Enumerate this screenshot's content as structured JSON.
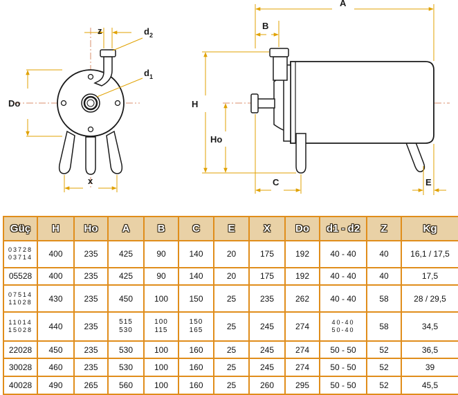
{
  "labels": {
    "z": "z",
    "d2": "d",
    "d2_sub": "2",
    "d1": "d",
    "d1_sub": "1",
    "do_left": "Do",
    "x": "x",
    "A": "A",
    "B": "B",
    "H": "H",
    "Ho": "Ho",
    "C": "C",
    "E": "E"
  },
  "colors": {
    "header_bg": "#e9d1a6",
    "border": "#e08d1b",
    "drawing_line": "#1a1a1a",
    "dim_line": "#e0a100",
    "center_line": "#d98f6b"
  },
  "table": {
    "headers": [
      "Güç",
      "H",
      "Ho",
      "A",
      "B",
      "C",
      "E",
      "X",
      "Do",
      "d1 - d2",
      "Z",
      "Kg"
    ],
    "rows": [
      {
        "guc": [
          "03728",
          "03714"
        ],
        "h": "400",
        "ho": "235",
        "a": [
          "425"
        ],
        "b": [
          "90"
        ],
        "c": [
          "140"
        ],
        "e": "20",
        "x": "175",
        "do": "192",
        "d": [
          "40 - 40"
        ],
        "z": "40",
        "kg": "16,1 / 17,5"
      },
      {
        "guc": [
          "05528"
        ],
        "h": "400",
        "ho": "235",
        "a": [
          "425"
        ],
        "b": [
          "90"
        ],
        "c": [
          "140"
        ],
        "e": "20",
        "x": "175",
        "do": "192",
        "d": [
          "40 - 40"
        ],
        "z": "40",
        "kg": "17,5"
      },
      {
        "guc": [
          "07514",
          "11028"
        ],
        "h": "430",
        "ho": "235",
        "a": [
          "450"
        ],
        "b": [
          "100"
        ],
        "c": [
          "150"
        ],
        "e": "25",
        "x": "235",
        "do": "262",
        "d": [
          "40 - 40"
        ],
        "z": "58",
        "kg": "28 / 29,5"
      },
      {
        "guc": [
          "11014",
          "15028"
        ],
        "h": "440",
        "ho": "235",
        "a": [
          "515",
          "530"
        ],
        "b": [
          "100",
          "115"
        ],
        "c": [
          "150",
          "165"
        ],
        "e": "25",
        "x": "245",
        "do": "274",
        "d": [
          "40-40",
          "50-40"
        ],
        "z": "58",
        "kg": "34,5"
      },
      {
        "guc": [
          "22028"
        ],
        "h": "450",
        "ho": "235",
        "a": [
          "530"
        ],
        "b": [
          "100"
        ],
        "c": [
          "160"
        ],
        "e": "25",
        "x": "245",
        "do": "274",
        "d": [
          "50 - 50"
        ],
        "z": "52",
        "kg": "36,5"
      },
      {
        "guc": [
          "30028"
        ],
        "h": "460",
        "ho": "235",
        "a": [
          "530"
        ],
        "b": [
          "100"
        ],
        "c": [
          "160"
        ],
        "e": "25",
        "x": "245",
        "do": "274",
        "d": [
          "50 - 50"
        ],
        "z": "52",
        "kg": "39"
      },
      {
        "guc": [
          "40028"
        ],
        "h": "490",
        "ho": "265",
        "a": [
          "560"
        ],
        "b": [
          "100"
        ],
        "c": [
          "160"
        ],
        "e": "25",
        "x": "260",
        "do": "295",
        "d": [
          "50 - 50"
        ],
        "z": "52",
        "kg": "45,5"
      }
    ]
  }
}
